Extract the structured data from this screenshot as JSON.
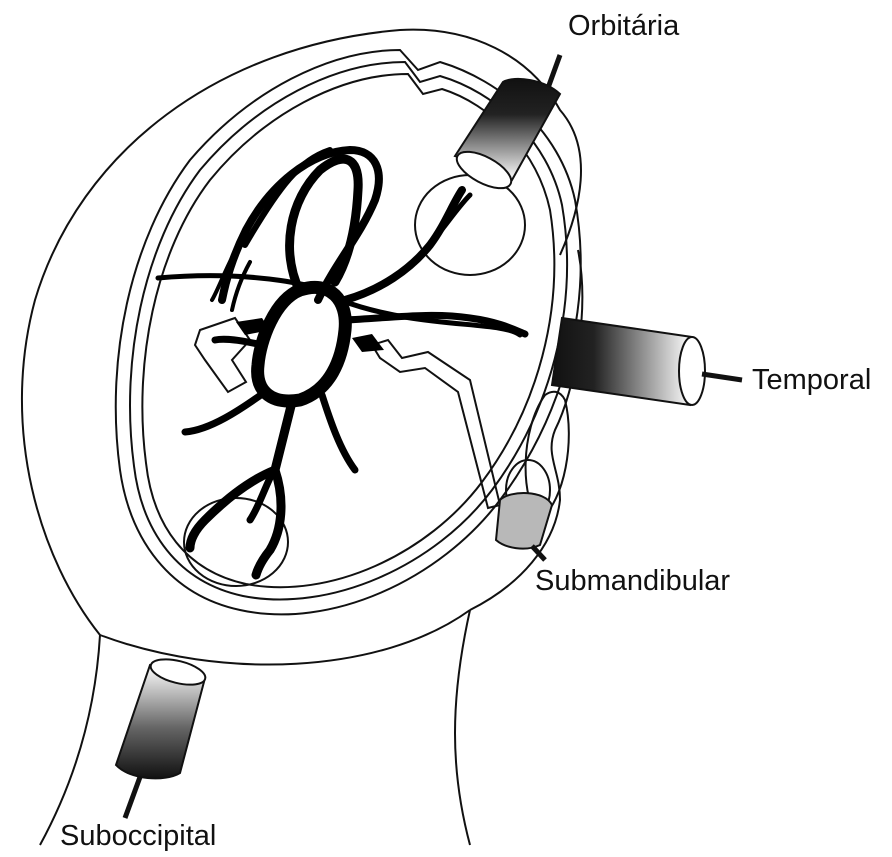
{
  "labels": {
    "orbital": "Orbitária",
    "temporal": "Temporal",
    "submandibular": "Submandibular",
    "suboccipital": "Suboccipital"
  },
  "colors": {
    "stroke": "#111111",
    "vessel": "#000000",
    "probe_dark": "#111111",
    "probe_light": "#ffffff",
    "submandibular_window": "#b8b8b8"
  }
}
